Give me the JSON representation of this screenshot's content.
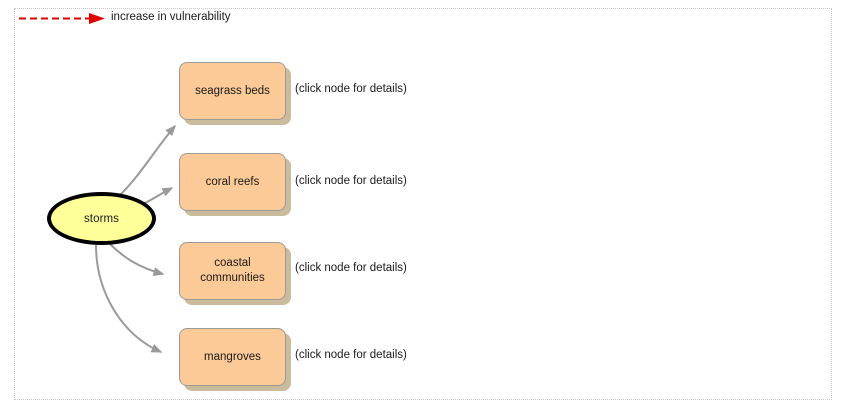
{
  "legend": {
    "arrow_icon": "dashed-arrow-icon",
    "label": "increase in vulnerability",
    "arrow_color": "#e00000"
  },
  "colors": {
    "canvas_border": "#c9c9c9",
    "source_fill": "#ffff99",
    "source_stroke": "#000000",
    "target_fill": "#fcca96",
    "target_stroke": "#9a9a9a",
    "target_shadow": "#c9bb9b",
    "edge_stroke": "#9a9a9a",
    "text": "#1a1a1a"
  },
  "graph": {
    "source": {
      "id": "storms",
      "label": "storms",
      "shape": "ellipse"
    },
    "targets": [
      {
        "id": "seagrass-beds",
        "label": "seagrass beds",
        "hint": "(click node for details)"
      },
      {
        "id": "coral-reefs",
        "label": "coral reefs",
        "hint": "(click node for details)"
      },
      {
        "id": "coastal-communities",
        "label": "coastal\ncommunities",
        "hint": "(click node for details)"
      },
      {
        "id": "mangroves",
        "label": "mangroves",
        "hint": "(click node for details)"
      }
    ]
  }
}
